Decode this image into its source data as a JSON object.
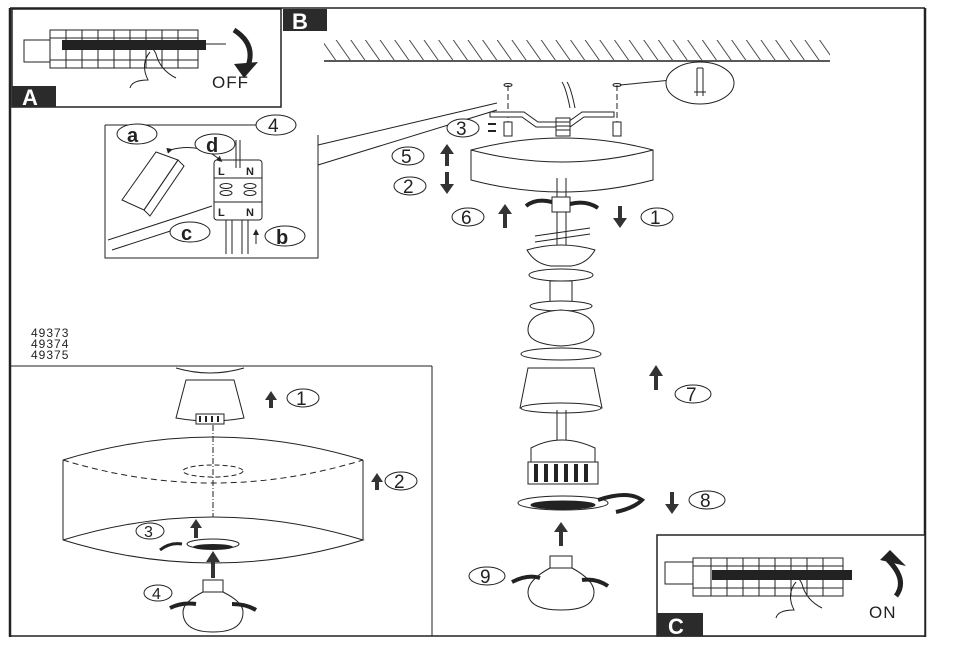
{
  "document": {
    "type": "lamp-assembly-instructions",
    "part_numbers": [
      "49373",
      "49374",
      "49375"
    ]
  },
  "panels": {
    "a": {
      "letter": "A",
      "switch_label": "OFF",
      "icon": "circuit-breaker-off"
    },
    "b": {
      "letter": "B",
      "steps": [
        "1",
        "2",
        "3",
        "4",
        "5",
        "6",
        "7",
        "8",
        "9"
      ],
      "wiring_detail": {
        "step": "4",
        "callouts": [
          "a",
          "b",
          "c",
          "d"
        ],
        "terminals_top": [
          "L",
          "N"
        ],
        "terminals_bottom": [
          "L",
          "N"
        ]
      }
    },
    "c": {
      "letter": "C",
      "switch_label": "ON",
      "icon": "circuit-breaker-on"
    },
    "shade": {
      "steps": [
        "1",
        "2",
        "3",
        "4"
      ]
    }
  },
  "colors": {
    "ink": "#222222",
    "label_bg": "#2b2b2b",
    "paper": "#ffffff"
  }
}
